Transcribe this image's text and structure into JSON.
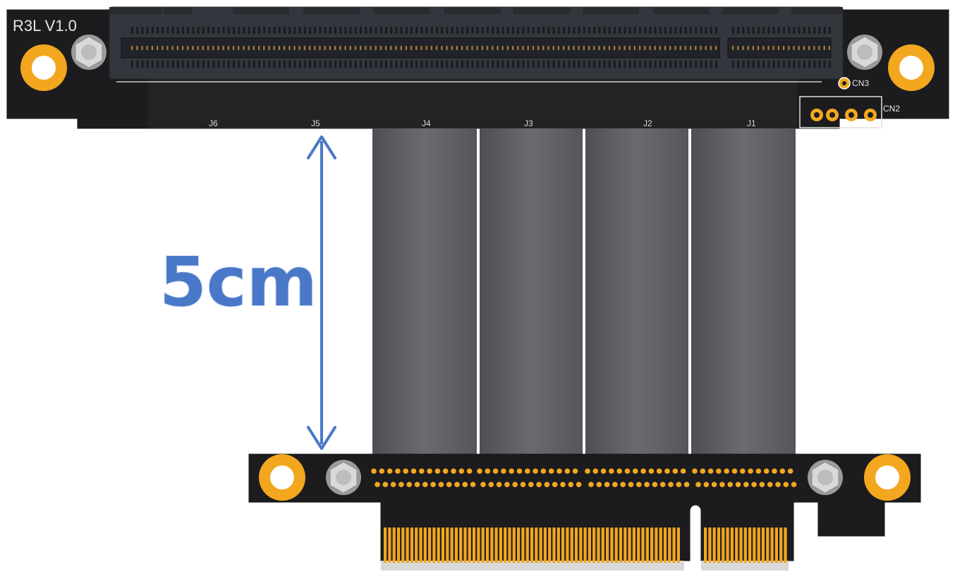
{
  "board": {
    "version_label": "R3L V1.0",
    "connector_labels": [
      "J6",
      "J5",
      "J4",
      "J3",
      "J2",
      "J1"
    ],
    "cn3_label": "CN3",
    "cn2_label": "CN2"
  },
  "measurement": {
    "label": "5cm"
  },
  "colors": {
    "pcb": "#1c1c1e",
    "slot": "#34363d",
    "gold": "#f2a71f",
    "cable": "#5f6064",
    "arrow": "#4a78c8"
  }
}
